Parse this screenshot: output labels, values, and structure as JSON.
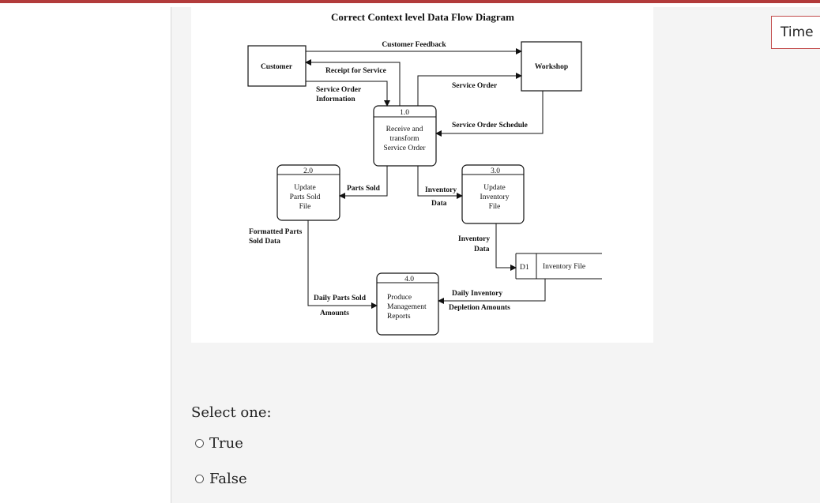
{
  "timer": {
    "label": "Time"
  },
  "diagram": {
    "title": "Correct Context level Data Flow Diagram",
    "entities": {
      "customer": "Customer",
      "workshop": "Workshop"
    },
    "processes": [
      {
        "id": "1.0",
        "lines": [
          "Receive and",
          "transform",
          "Service Order"
        ]
      },
      {
        "id": "2.0",
        "lines": [
          "Update",
          "Parts Sold",
          "File"
        ]
      },
      {
        "id": "3.0",
        "lines": [
          "Update",
          "Inventory",
          "File"
        ]
      },
      {
        "id": "4.0",
        "lines": [
          "Produce",
          "Management",
          "Reports"
        ]
      }
    ],
    "datastore": {
      "id": "D1",
      "name": "Inventory File"
    },
    "flows": {
      "customer_feedback": "Customer Feedback",
      "receipt_for_service": "Receipt for Service",
      "service_order_information_1": "Service Order",
      "service_order_information_2": "Information",
      "service_order": "Service Order",
      "service_order_schedule": "Service Order Schedule",
      "parts_sold": "Parts Sold",
      "inventory_data_1a": "Inventory",
      "inventory_data_1b": "Data",
      "inventory_data_2a": "Inventory",
      "inventory_data_2b": "Data",
      "formatted_parts_1": "Formatted Parts",
      "formatted_parts_2": "Sold Data",
      "daily_parts_1": "Daily Parts Sold",
      "daily_parts_2": "Amounts",
      "daily_inventory_1": "Daily Inventory",
      "daily_inventory_2": "Depletion Amounts"
    }
  },
  "question": {
    "prompt": "Select one:",
    "options": [
      "True",
      "False"
    ]
  }
}
